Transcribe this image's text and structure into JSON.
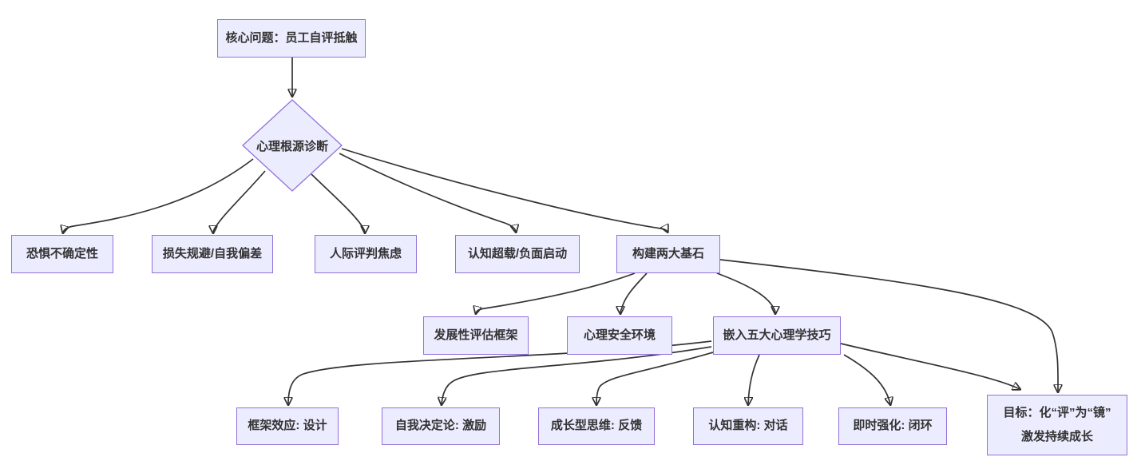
{
  "diagram": {
    "type": "flowchart",
    "direction": "top-down",
    "colors": {
      "node_fill": "#ECECFF",
      "node_border": "#9370DB",
      "text": "#333333",
      "edge": "#333333",
      "background": "#ffffff"
    },
    "nodes": {
      "core": {
        "label": "核心问题：员工自评抵触",
        "shape": "rect"
      },
      "diagnosis": {
        "label": "心理根源诊断",
        "shape": "diamond"
      },
      "fear": {
        "label": "恐惧不确定性",
        "shape": "rect"
      },
      "loss": {
        "label": "损失规避/自我偏差",
        "shape": "rect"
      },
      "judge": {
        "label": "人际评判焦虑",
        "shape": "rect"
      },
      "overload": {
        "label": "认知超载/负面启动",
        "shape": "rect"
      },
      "bases": {
        "label": "构建两大基石",
        "shape": "rect"
      },
      "framework": {
        "label": "发展性评估框架",
        "shape": "rect"
      },
      "safety": {
        "label": "心理安全环境",
        "shape": "rect"
      },
      "embed": {
        "label": "嵌入五大心理学技巧",
        "shape": "rect"
      },
      "framing": {
        "label": "框架效应: 设计",
        "shape": "rect"
      },
      "sdt": {
        "label": "自我决定论: 激励",
        "shape": "rect"
      },
      "growth": {
        "label": "成长型思维: 反馈",
        "shape": "rect"
      },
      "reframe": {
        "label": "认知重构: 对话",
        "shape": "rect"
      },
      "reinforce": {
        "label": "即时强化: 闭环",
        "shape": "rect"
      },
      "goal": {
        "label_line1": "目标：化“评”为“镜”",
        "label_line2": "激发持续成长",
        "shape": "rect"
      }
    },
    "edges": [
      {
        "from": "core",
        "to": "diagnosis"
      },
      {
        "from": "diagnosis",
        "to": "fear"
      },
      {
        "from": "diagnosis",
        "to": "loss"
      },
      {
        "from": "diagnosis",
        "to": "judge"
      },
      {
        "from": "diagnosis",
        "to": "overload"
      },
      {
        "from": "diagnosis",
        "to": "bases"
      },
      {
        "from": "bases",
        "to": "framework"
      },
      {
        "from": "bases",
        "to": "safety"
      },
      {
        "from": "bases",
        "to": "embed"
      },
      {
        "from": "bases",
        "to": "goal"
      },
      {
        "from": "embed",
        "to": "framing"
      },
      {
        "from": "embed",
        "to": "sdt"
      },
      {
        "from": "embed",
        "to": "growth"
      },
      {
        "from": "embed",
        "to": "reframe"
      },
      {
        "from": "embed",
        "to": "reinforce"
      },
      {
        "from": "embed",
        "to": "goal"
      }
    ]
  }
}
